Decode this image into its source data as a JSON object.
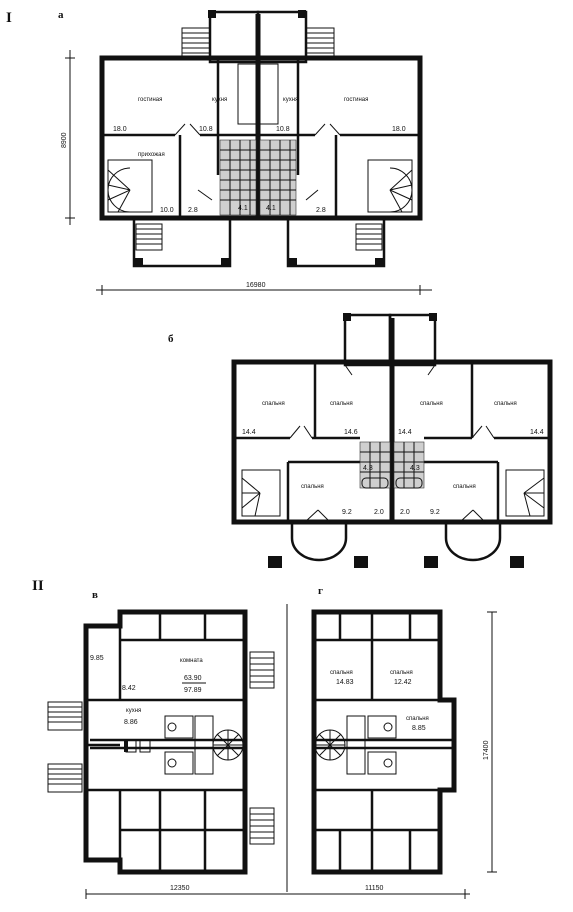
{
  "sections": {
    "I": "I",
    "II": "II",
    "a": "а",
    "b": "б",
    "v": "в",
    "g": "г"
  },
  "plan_a": {
    "rooms": {
      "living_left": "гостиная",
      "kitchen_left": "кухня",
      "kitchen_right": "кухня",
      "living_right": "гостиная",
      "hall": "прихожая"
    },
    "areas": {
      "living_left": "18.0",
      "kitchen_left": "10.8",
      "kitchen_right": "10.8",
      "living_right": "18.0",
      "hall": "10.0",
      "wc_left": "2.8",
      "bath_left": "4.1",
      "bath_right": "4.1",
      "wc_right": "2.8"
    },
    "dim_width": "16980",
    "dim_depth": "8900"
  },
  "plan_b": {
    "rooms": {
      "bed1": "спальня",
      "bed2": "спальня",
      "bed3": "спальня",
      "bed4": "спальня",
      "bed5": "спальня",
      "bed6": "спальня"
    },
    "areas": {
      "bed1": "14.4",
      "bed2": "14.6",
      "bed3": "14.4",
      "bed4": "14.4",
      "bed5": "9.2",
      "hall_l": "2.0",
      "hall_r": "2.0",
      "bed6": "9.2",
      "bath_l": "4.3",
      "bath_r": "4.3"
    }
  },
  "plan_v": {
    "room": "комната",
    "kitchen": "кухня",
    "area_room_top": "9.85",
    "area_small": "8.42",
    "area_kitchen": "8.86",
    "area_total_living": "63.90",
    "area_total": "97.89",
    "dim_width": "12350"
  },
  "plan_g": {
    "bed1": "спальня",
    "bed2": "спальня",
    "bed3": "спальня",
    "area_bed1": "14.83",
    "area_bed2": "12.42",
    "area_bed3": "8.85",
    "dim_width": "11150",
    "dim_depth": "17400"
  }
}
